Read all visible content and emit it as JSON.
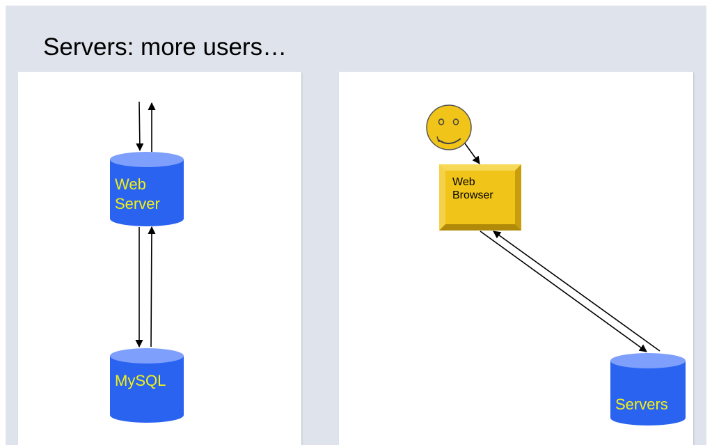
{
  "slide": {
    "title": "Servers: more users…"
  },
  "left_diagram": {
    "web_server": {
      "line1": "Web",
      "line2": "Server"
    },
    "database": {
      "label": "MySQL"
    }
  },
  "right_diagram": {
    "user_icon": "smiley-face-icon",
    "browser": {
      "line1": "Web",
      "line2": "Browser"
    },
    "servers": {
      "label": "Servers"
    }
  },
  "colors": {
    "slide_background": "#dfe3ec",
    "cylinder_body": "#2a63f0",
    "cylinder_top": "#7e9ffb",
    "cylinder_label": "#f2f214",
    "browser_face": "#f0c419",
    "smiley_face": "#f0c419"
  }
}
